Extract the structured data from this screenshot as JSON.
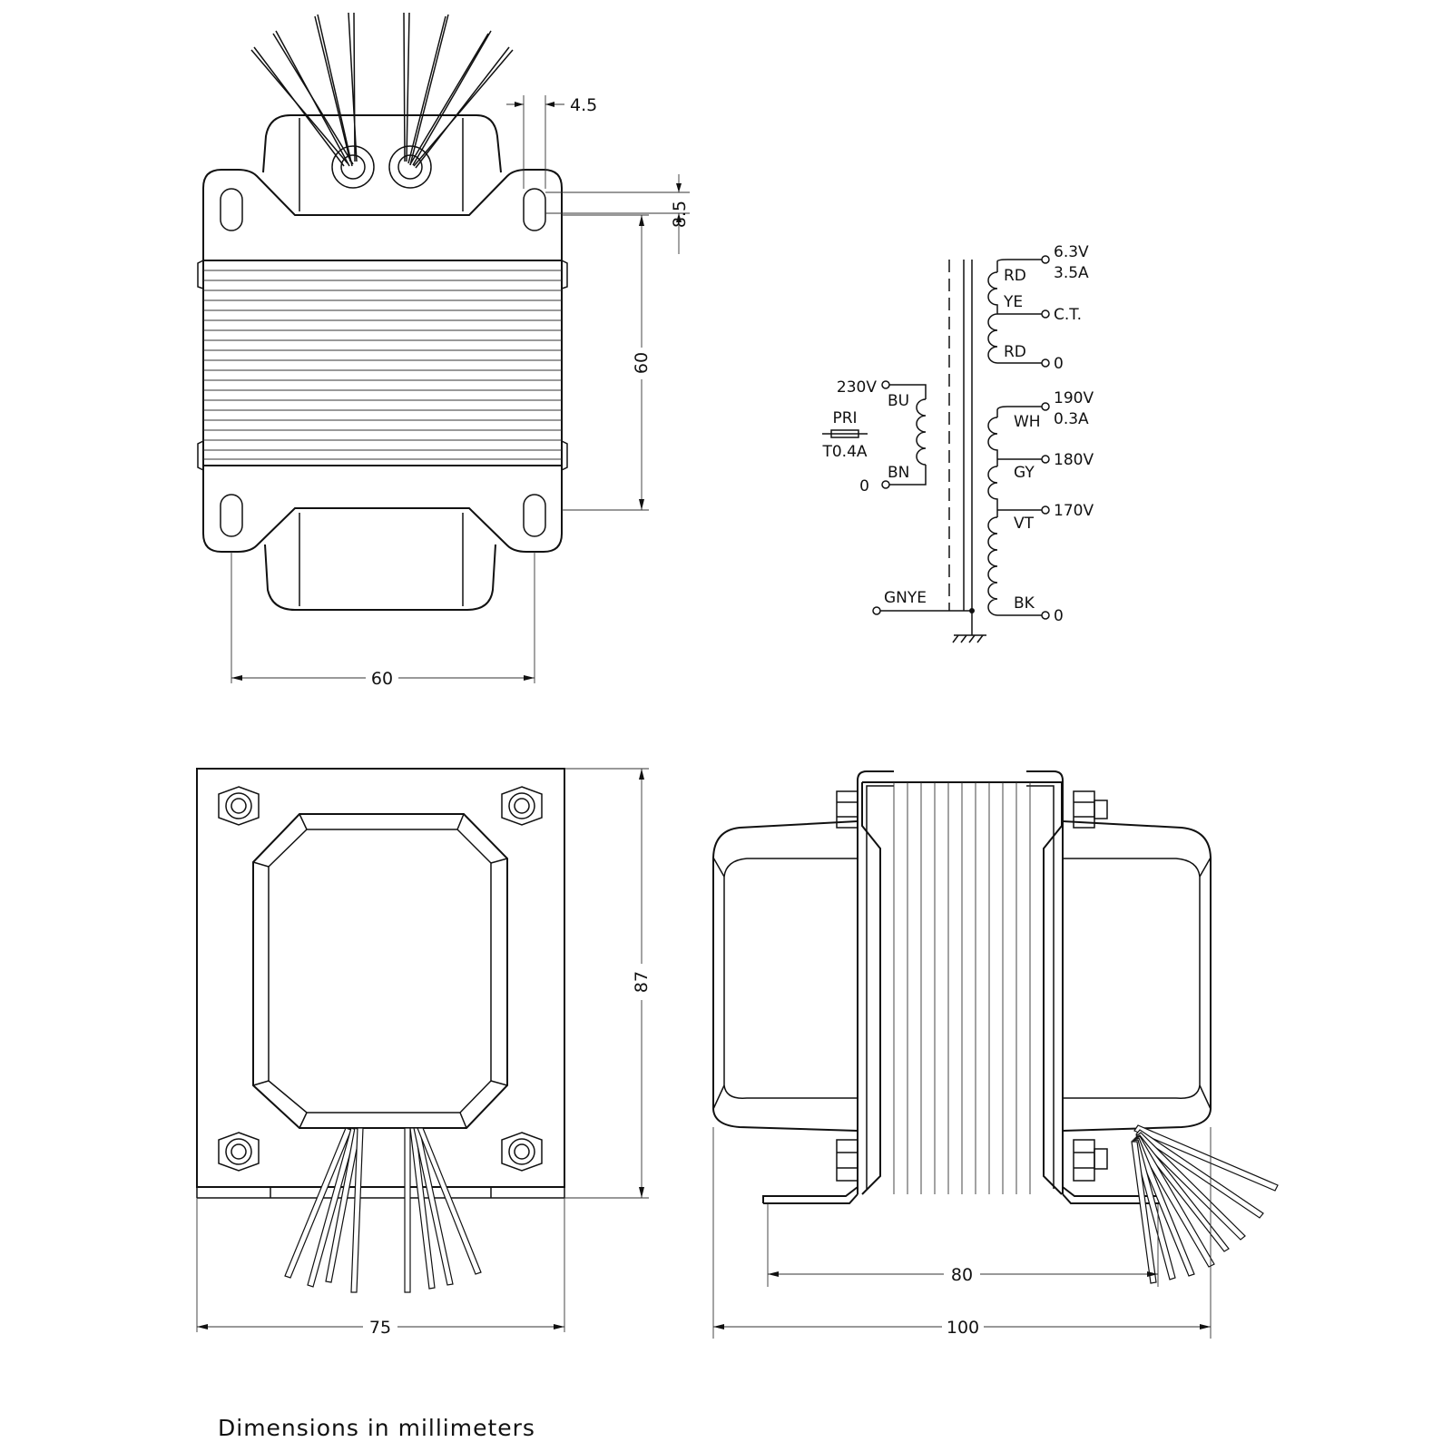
{
  "diagram": {
    "top_view": {
      "width_dim": "60",
      "height_dim": "60",
      "slot_offset_dim": "4.5",
      "slot_length_dim": "8.5"
    },
    "front_view": {
      "width_dim": "75",
      "height_dim": "87"
    },
    "side_view": {
      "mount_spacing_dim": "80",
      "overall_width_dim": "100"
    },
    "schematic": {
      "primary": {
        "voltage": "230V",
        "zero": "0",
        "fuse_label": "PRI",
        "fuse_rating": "T0.4A",
        "wire_start": "BU",
        "wire_end": "BN"
      },
      "ground_wire": "GNYE",
      "heater": {
        "voltage": "6.3V",
        "current": "3.5A",
        "center_tap": "C.T.",
        "zero": "0",
        "wire_top": "RD",
        "wire_tap": "YE",
        "wire_bottom": "RD"
      },
      "ht": {
        "tap1_voltage": "190V",
        "current": "0.3A",
        "tap2_voltage": "180V",
        "tap3_voltage": "170V",
        "zero": "0",
        "wire1": "WH",
        "wire2": "GY",
        "wire3": "VT",
        "wire4": "BK"
      }
    },
    "caption": "Dimensions in millimeters"
  }
}
